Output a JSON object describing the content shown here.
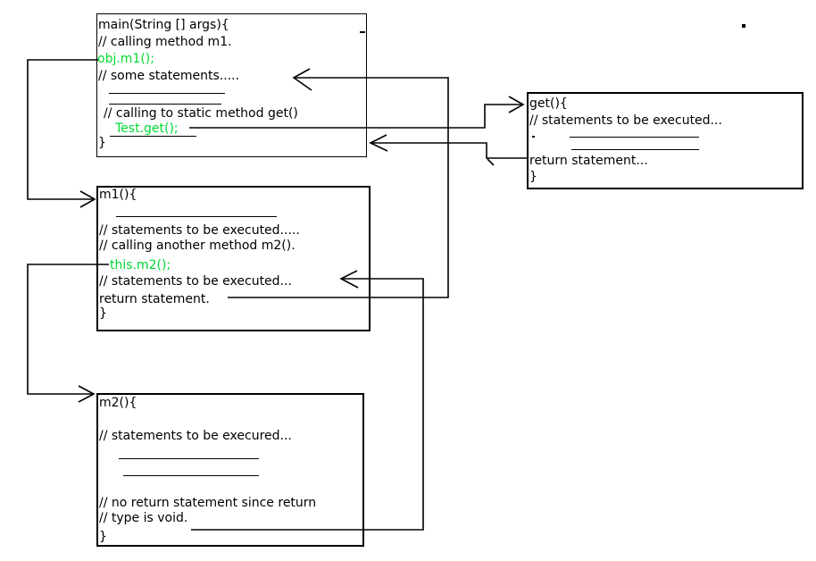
{
  "colors": {
    "code_highlight_green": "#00d930",
    "foreground": "#000000",
    "background": "#ffffff"
  },
  "boxes": {
    "main": {
      "signature": "main(String [] args){",
      "comment_calling_m1": "// calling method m1.",
      "call_m1": "obj.m1();",
      "comment_some_statements": "// some statements.....",
      "comment_calling_get": "// calling to static method get()",
      "call_get": "Test.get();",
      "closing_brace": "}"
    },
    "m1": {
      "signature": "m1(){",
      "comment_statements": "// statements to be executed.....",
      "comment_calling_m2": "// calling another method m2().",
      "call_m2": "this.m2();",
      "comment_statements_2": "// statements to be executed...",
      "return_statement": "return statement.",
      "closing_brace": "}"
    },
    "m2": {
      "signature": "m2(){",
      "comment_statements": "// statements to be execured...",
      "comment_no_return_line1": "// no return statement since return",
      "comment_no_return_line2": "// type is void.",
      "closing_brace": "}"
    },
    "get": {
      "signature": "get(){",
      "comment_statements": "// statements to be executed...",
      "return_statement": "return statement...",
      "closing_brace": "}"
    }
  },
  "arrows": [
    {
      "name": "call-obj-m1",
      "from": "main: obj.m1();",
      "to": "m1(){"
    },
    {
      "name": "call-this-m2",
      "from": "m1: this.m2();",
      "to": "m2(){"
    },
    {
      "name": "call-test-get",
      "from": "main: Test.get();",
      "to": "get(){"
    },
    {
      "name": "return-from-get",
      "from": "get: return statement...",
      "to": "main: after Test.get();"
    },
    {
      "name": "return-from-m1",
      "from": "m1: return statement.",
      "to": "main: // some statements....."
    },
    {
      "name": "return-from-m2",
      "from": "m2: end of method",
      "to": "m1: // statements to be executed..."
    }
  ]
}
